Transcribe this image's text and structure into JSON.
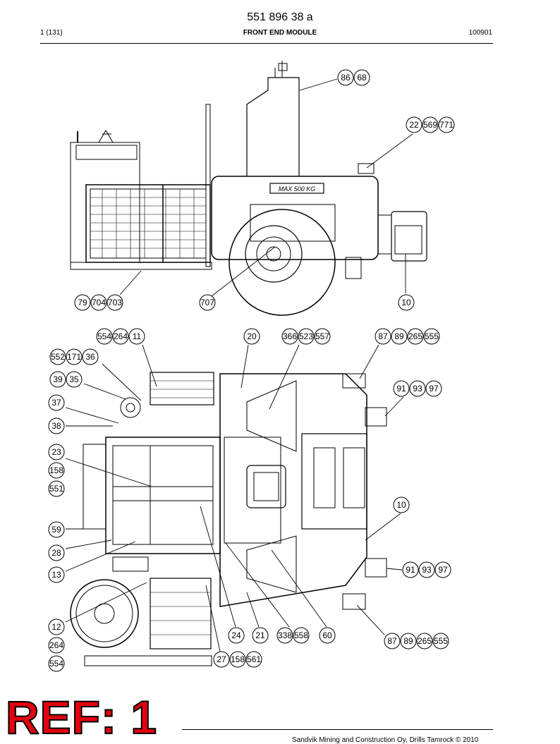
{
  "header": {
    "document_number": "551 896 38 a",
    "page": "1 (131)",
    "title": "FRONT END MODULE",
    "date_code": "100901"
  },
  "footer": {
    "copyright": "Sandvik Mining and Construction Oy, Drills Tamrock © 2010",
    "ref_stamp": "REF: 1"
  },
  "drawing_labels": {
    "load_plate": "MAX 500 KG"
  },
  "callouts": {
    "c1": [
      "86",
      "68"
    ],
    "c2": [
      "22",
      "569",
      "771"
    ],
    "c3": [
      "79",
      "704",
      "703"
    ],
    "c4": [
      "707"
    ],
    "c5": [
      "10"
    ],
    "c6": [
      "554",
      "264",
      "11"
    ],
    "c7": [
      "20"
    ],
    "c8": [
      "366",
      "523",
      "557"
    ],
    "c9": [
      "87",
      "89",
      "265",
      "555"
    ],
    "c10": [
      "552",
      "171",
      "36"
    ],
    "c11": [
      "39",
      "35"
    ],
    "c12": [
      "91",
      "93",
      "97"
    ],
    "c13": [
      "37"
    ],
    "c14": [
      "38"
    ],
    "c15": [
      "23"
    ],
    "c16": [
      "158"
    ],
    "c17": [
      "551"
    ],
    "c18": [
      "10"
    ],
    "c19": [
      "59"
    ],
    "c20": [
      "28"
    ],
    "c21": [
      "91",
      "93",
      "97"
    ],
    "c22": [
      "13"
    ],
    "c23": [
      "12"
    ],
    "c24": [
      "264"
    ],
    "c25": [
      "554"
    ],
    "c26": [
      "24"
    ],
    "c27": [
      "21"
    ],
    "c28": [
      "338",
      "558"
    ],
    "c29": [
      "60"
    ],
    "c30": [
      "87",
      "89",
      "265",
      "555"
    ],
    "c31": [
      "27",
      "158",
      "561"
    ]
  }
}
